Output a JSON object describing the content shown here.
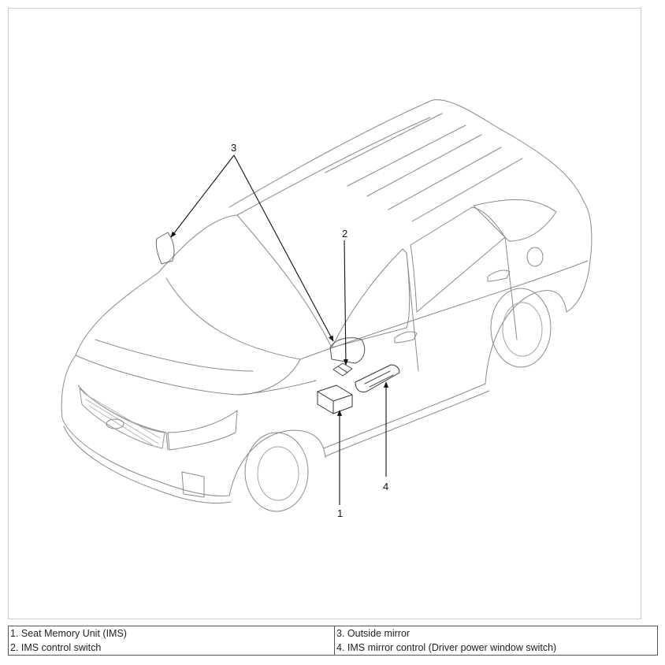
{
  "callouts": {
    "c1": "1",
    "c2": "2",
    "c3": "3",
    "c4": "4"
  },
  "legend": {
    "items": [
      "1. Seat Memory Unit (IMS)",
      "2. IMS control switch",
      "3. Outside mirror",
      "4. IMS mirror control (Driver power window switch)"
    ]
  },
  "colors": {
    "line": "#8a8a8a",
    "leader": "#111111",
    "frame": "#cfcfcf"
  }
}
